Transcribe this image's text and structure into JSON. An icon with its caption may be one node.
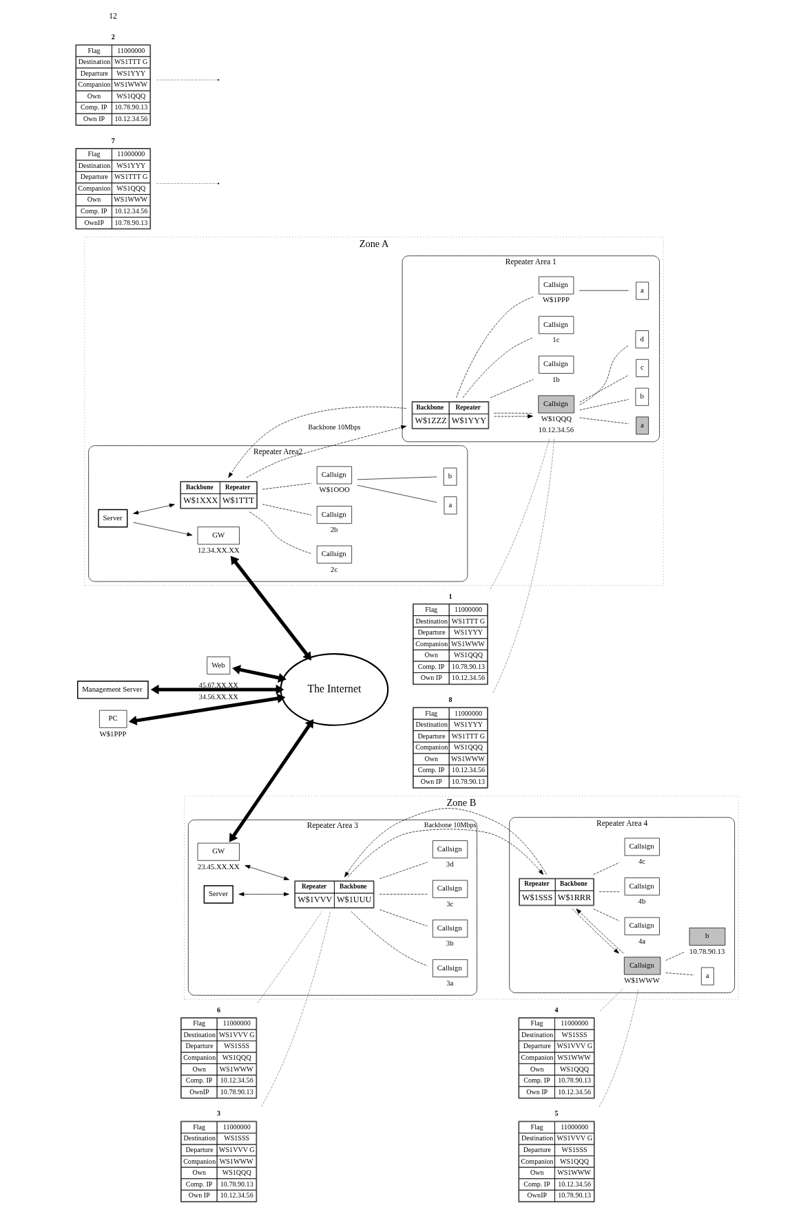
{
  "diagram": {
    "nodes": [
      {
        "text": [
          "Zone A"
        ]
      },
      {
        "text": [
          "Repeater Area2"
        ],
        "in": 0
      },
      {
        "text": [
          "Backbone",
          "W$1XXX",
          "Repeater",
          "W$1TTT"
        ],
        "in": 1
      },
      {
        "text": [
          "Server"
        ],
        "in": 1
      },
      {
        "text": [
          "GW"
        ],
        "in": 1,
        "beside": [
          "12.34.XX.XX"
        ]
      },
      {
        "text": [
          "Callsign"
        ],
        "in": 1,
        "beside": [
          "2c"
        ]
      },
      {
        "text": [
          "Callsign"
        ],
        "in": 1,
        "beside": [
          "2b"
        ]
      },
      {
        "text": [
          "Callsign"
        ],
        "in": 1,
        "beside": [
          "W$1OOO"
        ]
      },
      {
        "text": [
          "a"
        ],
        "in": 1
      },
      {
        "text": [
          "b"
        ],
        "in": 1
      },
      {
        "text": [
          "Repeater Area 1"
        ],
        "in": 0
      },
      {
        "text": [
          "Backbone",
          "W$1ZZZ",
          "Repeater",
          "W$1YYY"
        ],
        "in": 10
      },
      {
        "text": [
          "Callsign"
        ],
        "in": 10,
        "beside": [
          "W$1QQQ",
          "10.12.34.56"
        ]
      },
      {
        "text": [
          "a"
        ],
        "in": 10
      },
      {
        "text": [
          "b"
        ],
        "in": 10
      },
      {
        "text": [
          "c"
        ],
        "in": 10
      },
      {
        "text": [
          "d"
        ],
        "in": 10
      },
      {
        "text": [
          "Callsign"
        ],
        "in": 10,
        "beside": [
          "1b"
        ]
      },
      {
        "text": [
          "Callsign"
        ],
        "in": 10,
        "beside": [
          "1c"
        ]
      },
      {
        "text": [
          "Callsign"
        ],
        "in": 10,
        "beside": [
          "W$1PPP"
        ]
      },
      {
        "text": [
          "a"
        ],
        "in": 10
      },
      {
        "text": [
          "Zone B"
        ]
      },
      {
        "text": [
          "Repeater Area 3"
        ],
        "in": 21
      },
      {
        "text": [
          "Repeater",
          "W$1VVV",
          "Backbone",
          "W$1UUU"
        ],
        "in": 22
      },
      {
        "text": [
          "Server"
        ],
        "in": 22
      },
      {
        "text": [
          "GW"
        ],
        "in": 22,
        "beside": [
          "23.45.XX.XX"
        ]
      },
      {
        "text": [
          "Callsign"
        ],
        "in": 22,
        "beside": [
          "3a"
        ]
      },
      {
        "text": [
          "Callsign"
        ],
        "in": 22,
        "beside": [
          "3b"
        ]
      },
      {
        "text": [
          "Callsign"
        ],
        "in": 22,
        "beside": [
          "3c"
        ]
      },
      {
        "text": [
          "Callsign"
        ],
        "in": 22,
        "beside": [
          "3d"
        ]
      },
      {
        "text": [
          "Repeater Area 4"
        ],
        "in": 21
      },
      {
        "text": [
          "Repeater",
          "W$1SSS",
          "Backbone",
          "W$1RRR"
        ],
        "in": 30
      },
      {
        "text": [
          "Callsign"
        ],
        "in": 30,
        "beside": [
          "4a"
        ]
      },
      {
        "text": [
          "Callsign"
        ],
        "in": 30,
        "beside": [
          "4b"
        ]
      },
      {
        "text": [
          "Callsign"
        ],
        "in": 30,
        "beside": [
          "4c"
        ]
      },
      {
        "text": [
          "Callsign"
        ],
        "in": 30,
        "beside": [
          "W$1WWW"
        ]
      },
      {
        "text": [
          "a"
        ],
        "in": 30
      },
      {
        "text": [
          "b"
        ],
        "in": 30,
        "beside": [
          "10.78.90.13"
        ]
      },
      {
        "text": [
          "The Internet"
        ]
      },
      {
        "text": [
          "Web"
        ]
      },
      {
        "text": [
          "Management Server"
        ]
      },
      {
        "text": [
          "PC"
        ],
        "beside": [
          "W$1PPP"
        ]
      },
      {
        "text": [
          "Flag",
          "Destination",
          "Departure",
          "Companion",
          "Own",
          "Comp. IP",
          "OwnIP",
          "11000000",
          "WS1YYY",
          "WS1TTT G",
          "WS1QQQ",
          "WS1WWW",
          "10.12.34.56",
          "10.78.90.13"
        ],
        "beside": [
          "7"
        ]
      },
      {
        "text": [
          "Flag",
          "Destination",
          "Departure",
          "Companion",
          "Own",
          "Comp. IP",
          "Own IP",
          "11000000",
          "WS1TTT G",
          "WS1YYY",
          "WS1WWW",
          "WS1QQQ",
          "10.78.90.13",
          "10.12.34.56"
        ],
        "beside": [
          "2"
        ]
      },
      {
        "text": [
          "Flag",
          "Destination",
          "Departure",
          "Companion",
          "Own",
          "Comp. IP",
          "OwnIP",
          "11000000",
          "WS1VVV G",
          "WS1SSS",
          "WS1QQQ",
          "WS1WWW",
          "10.12.34.56",
          "10.78.90.13"
        ],
        "beside": [
          "6"
        ]
      },
      {
        "text": [
          "Flag",
          "Destination",
          "Departure",
          "Companion",
          "Own",
          "Comp. IP",
          "Own IP",
          "11000000",
          "WS1SSS",
          "WS1VVV G",
          "WS1WWW",
          "WS1QQQ",
          "10.78.90.13",
          "10.12.34.56"
        ],
        "beside": [
          "3"
        ]
      },
      {
        "text": [
          "Flag",
          "Destination",
          "Departure",
          "Companion",
          "Own",
          "Comp. IP",
          "Own IP",
          "11000000",
          "WS1SSS",
          "WS1VVV G",
          "WS1WWW",
          "WS1QQQ",
          "10.78.90.13",
          "10.12.34.56"
        ],
        "beside": [
          "4"
        ]
      },
      {
        "text": [
          "Flag",
          "Destination",
          "Departure",
          "Companion",
          "Own",
          "Comp. IP",
          "OwnIP",
          "11000000",
          "WS1VVV G",
          "WS1SSS",
          "WS1QQQ",
          "WS1WWW",
          "10.12.34.56",
          "10.78.90.13"
        ],
        "beside": [
          "5"
        ]
      },
      {
        "text": [
          "Flag",
          "Destination",
          "Departure",
          "Companion",
          "Own",
          "Comp. IP",
          "Own IP",
          "11000000",
          "WS1TTT G",
          "WS1YYY",
          "WS1WWW",
          "WS1QQQ",
          "10.78.90.13",
          "10.12.34.56"
        ],
        "beside": [
          "1"
        ]
      },
      {
        "text": [
          "Flag",
          "Destination",
          "Departure",
          "Companion",
          "Own",
          "Comp. IP",
          "Own IP",
          "11000000",
          "WS1YYY",
          "WS1TTT G",
          "WS1QQQ",
          "WS1WWW",
          "10.12.34.56",
          "10.78.90.13"
        ],
        "beside": [
          "8"
        ]
      }
    ],
    "edges": [
      {
        "from": 3,
        "to": 2,
        "arrow": "both"
      },
      {
        "from": 3,
        "to": 4,
        "arrow": "to"
      },
      {
        "from": 2,
        "to": 5,
        "arrow": "none",
        "style": "dashed"
      },
      {
        "from": 2,
        "to": 6,
        "arrow": "none",
        "style": "dashed"
      },
      {
        "from": 2,
        "to": 7,
        "arrow": "none",
        "style": "dashed"
      },
      {
        "from": 7,
        "to": 8,
        "arrow": "none"
      },
      {
        "from": 7,
        "to": 9,
        "arrow": "none"
      },
      {
        "from": 2,
        "to": 11,
        "arrow": "to",
        "style": "dashed",
        "label": "Backbone 10Mbps"
      },
      {
        "from": 11,
        "to": 2,
        "arrow": "to",
        "style": "dashed"
      },
      {
        "from": 11,
        "to": 12,
        "arrow": "to",
        "style": "dashed"
      },
      {
        "from": 11,
        "to": 12,
        "arrow": "none",
        "style": "dashed"
      },
      {
        "from": 11,
        "to": 17,
        "arrow": "none",
        "style": "dashed"
      },
      {
        "from": 11,
        "to": 18,
        "arrow": "none",
        "style": "dashed"
      },
      {
        "from": 11,
        "to": 19,
        "arrow": "none",
        "style": "dashed"
      },
      {
        "from": 12,
        "to": 13,
        "arrow": "none",
        "style": "dashed"
      },
      {
        "from": 12,
        "to": 14,
        "arrow": "none",
        "style": "dashed"
      },
      {
        "from": 12,
        "to": 15,
        "arrow": "none",
        "style": "dashed"
      },
      {
        "from": 12,
        "to": 16,
        "arrow": "none",
        "style": "dashed"
      },
      {
        "from": 19,
        "to": 20,
        "arrow": "none"
      },
      {
        "from": 24,
        "to": 23,
        "arrow": "both"
      },
      {
        "from": 25,
        "to": 23,
        "arrow": "both"
      },
      {
        "from": 23,
        "to": 26,
        "arrow": "none",
        "style": "dashed"
      },
      {
        "from": 23,
        "to": 27,
        "arrow": "none",
        "style": "dashed"
      },
      {
        "from": 23,
        "to": 28,
        "arrow": "none",
        "style": "dashed"
      },
      {
        "from": 23,
        "to": 29,
        "arrow": "none",
        "style": "dashed"
      },
      {
        "from": 23,
        "to": 31,
        "arrow": "to",
        "style": "dashed",
        "label": "Backbone 10Mbps"
      },
      {
        "from": 31,
        "to": 23,
        "arrow": "to",
        "style": "dashed"
      },
      {
        "from": 31,
        "to": 32,
        "arrow": "none",
        "style": "dashed"
      },
      {
        "from": 31,
        "to": 33,
        "arrow": "none",
        "style": "dashed"
      },
      {
        "from": 31,
        "to": 34,
        "arrow": "none",
        "style": "dashed"
      },
      {
        "from": 31,
        "to": 35,
        "arrow": "to",
        "style": "dashed"
      },
      {
        "from": 35,
        "to": 31,
        "arrow": "to",
        "style": "dashed"
      },
      {
        "from": 35,
        "to": 36,
        "arrow": "none",
        "style": "dashed"
      },
      {
        "from": 35,
        "to": 37,
        "arrow": "none",
        "style": "dashed"
      },
      {
        "from": 4,
        "to": 38,
        "arrow": "both",
        "style": "thick"
      },
      {
        "from": 25,
        "to": 38,
        "arrow": "both",
        "style": "thick"
      },
      {
        "from": 39,
        "to": 38,
        "arrow": "both",
        "style": "thick"
      },
      {
        "from": 40,
        "to": 38,
        "arrow": "both",
        "style": "thick",
        "label": "45.67.XX.XX"
      },
      {
        "from": 41,
        "to": 38,
        "arrow": "both",
        "style": "thick",
        "label": "34.56.XX.XX"
      },
      {
        "from": 42,
        "to": null,
        "arrow": "none",
        "style": "dashed",
        "color": "#808080"
      },
      {
        "from": 43,
        "to": null,
        "arrow": "none",
        "style": "dashed",
        "color": "#808080"
      },
      {
        "from": 44,
        "to": 23,
        "arrow": "none",
        "style": "dashed",
        "color": "#808080"
      },
      {
        "from": 45,
        "to": 23,
        "arrow": "none",
        "style": "dashed",
        "color": "#808080"
      },
      {
        "from": 46,
        "to": 35,
        "arrow": "none",
        "style": "dashed",
        "color": "#808080"
      },
      {
        "from": 47,
        "to": 35,
        "arrow": "none",
        "style": "dashed",
        "color": "#808080"
      },
      {
        "from": 48,
        "to": 12,
        "arrow": "none",
        "style": "dashed",
        "color": "#808080"
      },
      {
        "from": 49,
        "to": 12,
        "arrow": "none",
        "style": "dashed",
        "color": "#808080"
      }
    ],
    "labels": [
      "12"
    ]
  }
}
